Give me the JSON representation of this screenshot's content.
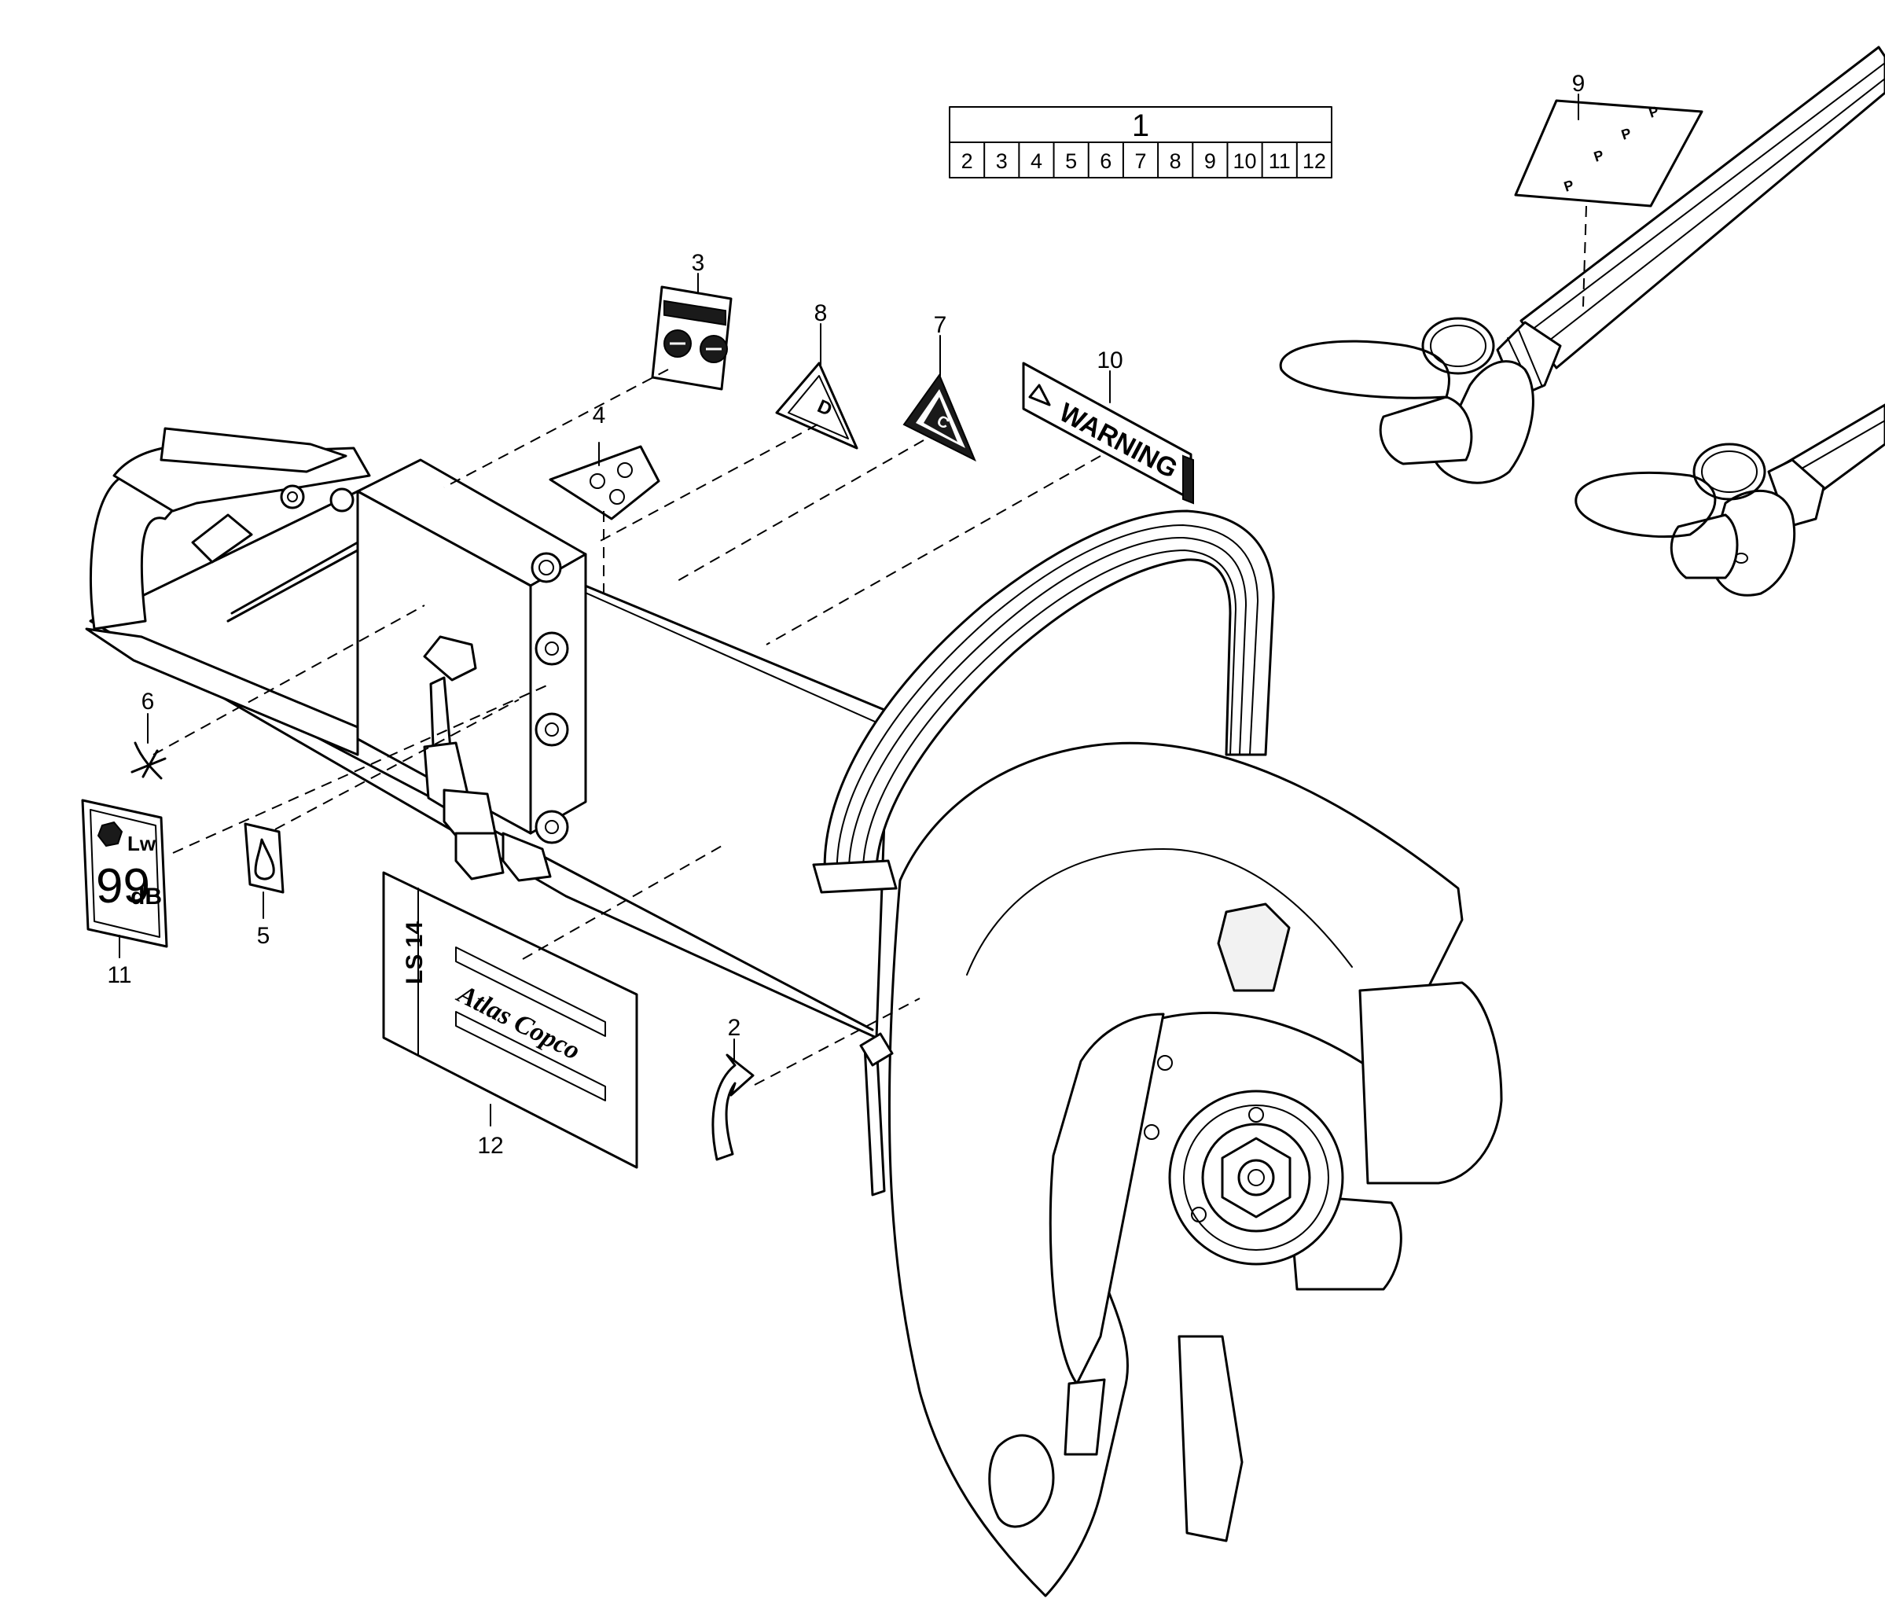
{
  "parts_table": {
    "assembly_number": "1",
    "component_numbers": [
      "2",
      "3",
      "4",
      "5",
      "6",
      "7",
      "8",
      "9",
      "10",
      "11",
      "12"
    ]
  },
  "callouts": {
    "c2": "2",
    "c3": "3",
    "c4": "4",
    "c5": "5",
    "c6": "6",
    "c7": "7",
    "c8": "8",
    "c9": "9",
    "c10": "10",
    "c11": "11",
    "c12": "12"
  },
  "decals": {
    "warning_label": "WARNING",
    "decal_c_letter": "C",
    "decal_d_letter": "D",
    "noise_unit_label": "Lw",
    "noise_value": "99",
    "noise_unit": "dB",
    "model_label": "LS 14",
    "brand_logo": "Atlas Copco",
    "hose_marks": [
      "P",
      "P",
      "P",
      "P"
    ]
  }
}
